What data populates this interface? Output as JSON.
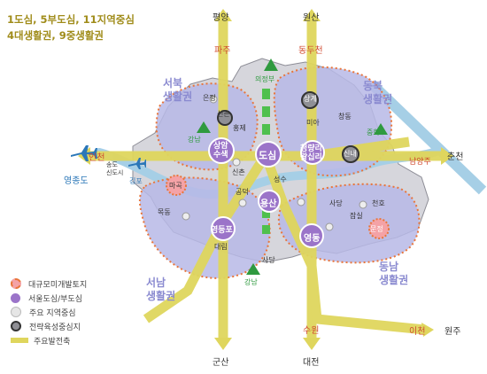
{
  "title": {
    "line1": "1도심, 5부도심, 11지역중심",
    "line2": "4대생활권, 9중생활권"
  },
  "regions": {
    "northwest": "서북\n생활권",
    "northeast": "동북\n생활권",
    "southwest": "서남\n생활권",
    "southeast": "동남\n생활권"
  },
  "centers": {
    "downtown": "도심",
    "subcenters": [
      "상암\n수색",
      "청량리\n왕십리",
      "용산",
      "영등포",
      "영동"
    ]
  },
  "destinations": {
    "pyeongyang": "평양",
    "paju": "파주",
    "wonsan": "원산",
    "dongducheon": "동두천",
    "incheon": "인천",
    "yeongjongdo": "영종도",
    "chuncheon": "춘천",
    "namyangju": "남양주",
    "gunsan": "군산",
    "daejeon": "대전",
    "suwon": "수원",
    "icheon": "이천",
    "wonju": "원주"
  },
  "local_places": {
    "uijeongbu": "의정부",
    "eunpyeong": "은평",
    "sinchon_n": "신촌",
    "hongje": "홍제",
    "sinnae": "신내",
    "junghwa": "중화",
    "sanggye": "상계",
    "changdong": "창동",
    "mia": "미아",
    "sinchon": "신촌",
    "gongdeok": "공덕",
    "seongsu": "성수",
    "magok": "마곡",
    "mokdong": "목동",
    "gimpo": "김포",
    "songdo": "송도\n신도시",
    "daerim": "대림",
    "sadang": "사당",
    "jamsil": "잠실",
    "cheonho": "천호",
    "munjeong": "문정",
    "gangnam": "강남"
  },
  "legend": {
    "items": [
      {
        "icon": "large-site-icon",
        "label": "대규모미개발토지"
      },
      {
        "icon": "center-icon",
        "label": "서울도심/부도심"
      },
      {
        "icon": "local-center-icon",
        "label": "주요 지역중심"
      },
      {
        "icon": "strategic-center-icon",
        "label": "전략육성중심지"
      },
      {
        "icon": "axis-icon",
        "label": "주요발전축"
      }
    ]
  },
  "colors": {
    "title": "#a08c1a",
    "region_fill": "#b7b8e6",
    "region_dot": "#e9753a",
    "region_label": "#8a8ad0",
    "axis": "#dfd65d",
    "center_fill": "#9b74c9",
    "green": "#3aa64a",
    "river": "#a6cfe6"
  }
}
